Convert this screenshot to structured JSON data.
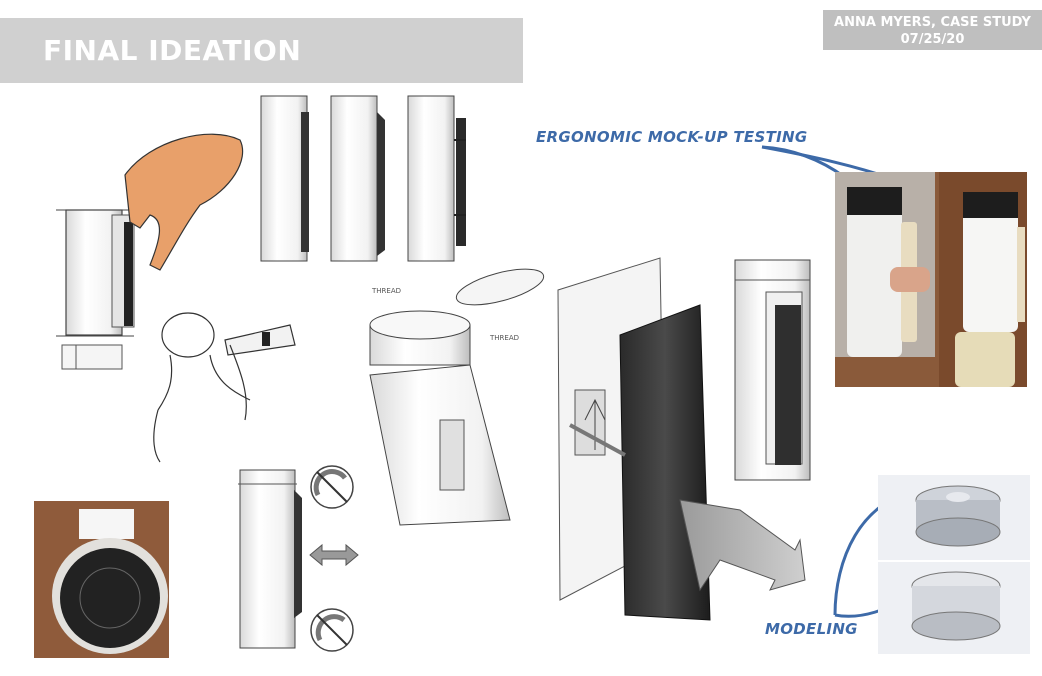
{
  "header": {
    "title": "FINAL IDEATION",
    "author": "ANNA MYERS, CASE STUDY",
    "date": "07/25/20"
  },
  "annotations": {
    "ergonomic": "ERGONOMIC MOCK-UP TESTING",
    "modeling": "MODELING",
    "thread_a": "THREAD",
    "thread_b": "THREAD"
  },
  "colors": {
    "accent_blue": "#3d6aa8",
    "title_bar": "#d0d0d0",
    "author_box": "#bfbfbf"
  }
}
